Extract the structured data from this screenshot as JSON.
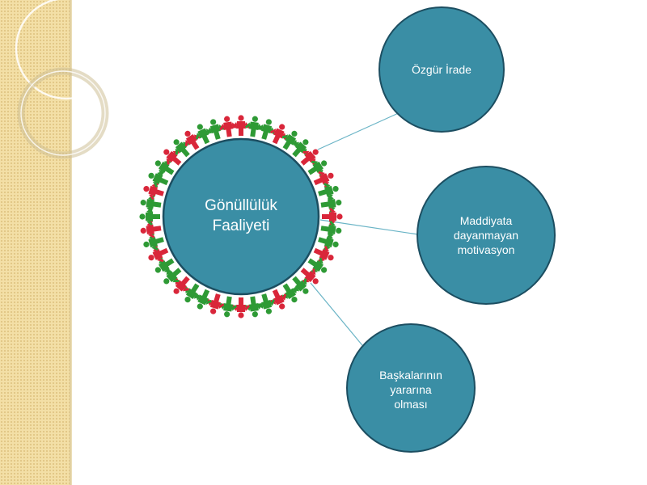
{
  "diagram": {
    "center": {
      "label_line1": "Gönüllülük",
      "label_line2": "Faaliyeti"
    },
    "nodes": [
      {
        "label_lines": [
          "Özgür İrade"
        ]
      },
      {
        "label_lines": [
          "Maddiyata",
          "dayanmayan",
          "motivasyon"
        ]
      },
      {
        "label_lines": [
          "Başkalarının",
          "yararına",
          "olması"
        ]
      }
    ]
  },
  "colors": {
    "node_fill": "#3a8ea5",
    "node_stroke": "#1c4e61",
    "connector": "#6ab4c6",
    "figure_red": "#d9263a",
    "figure_green": "#2e9a35",
    "sidebar": "#f3dfa6"
  }
}
